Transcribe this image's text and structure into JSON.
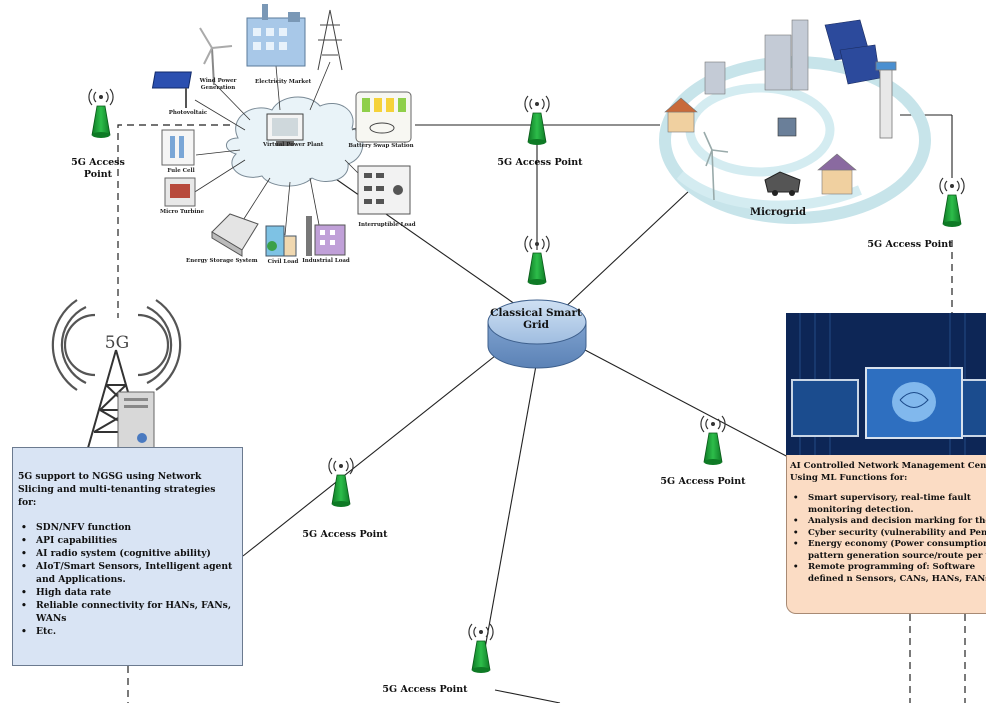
{
  "center": {
    "title": "Classical Smart Grid"
  },
  "access_points": [
    {
      "id": "ap-top-left",
      "label": "5G Access Point"
    },
    {
      "id": "ap-top-center",
      "label": "5G Access Point"
    },
    {
      "id": "ap-right",
      "label": "5G Access Point"
    },
    {
      "id": "ap-lower-left",
      "label": "5G Access Point"
    },
    {
      "id": "ap-lower-right",
      "label": "5G Access Point"
    },
    {
      "id": "ap-bottom",
      "label": "5G Access Point"
    }
  ],
  "vpp": {
    "center_label": "Virtual Power Plant",
    "items": {
      "wind": "Wind Power Generation",
      "market": "Electricity Market",
      "pv": "Photovoltaic",
      "battery_swap": "Battery Swap Station",
      "fuel_cell": "Fule Cell",
      "micro_turbine": "Micro Turbine",
      "interruptible": "Interruptible Load",
      "storage": "Energy Storage System",
      "civil": "Civil Load",
      "industrial": "Industrial Load"
    }
  },
  "microgrid": {
    "label": "Microgrid"
  },
  "tower": {
    "label": "5G"
  },
  "left_box": {
    "intro": "5G support to NGSG using Network Slicing and multi-tenanting strategies for:",
    "items": [
      "SDN/NFV function",
      "API capabilities",
      "AI  radio system (cognitive ability)",
      "AIoT/Smart Sensors, Intelligent agent and Applications.",
      "High data rate",
      "Reliable connectivity for HANs, FANs, WANs",
      "Etc."
    ]
  },
  "right_box": {
    "intro": "AI Controlled Network Management Centre: Using ML Functions for:",
    "items": [
      "Smart supervisory, real-time fault monitoring detection.",
      "Analysis and decision  marking for the grid",
      "Cyber security (vulnerability and Pen-test).",
      "Energy economy (Power consumption pattern generation source/route per time.",
      "Remote programming of: Software defined n Sensors, CANs, HANs, FANs ."
    ]
  },
  "colors": {
    "antenna_green": "#1ea33c",
    "left_box_bg": "#d9e4f4",
    "right_box_bg": "#fbdcc4",
    "grid_disk": "#a9c4e4"
  }
}
